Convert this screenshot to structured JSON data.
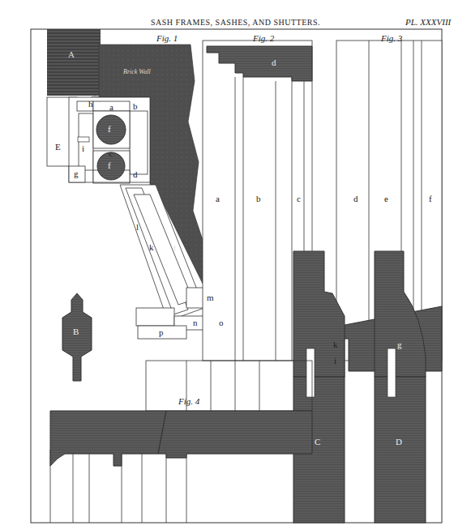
{
  "diagram": {
    "title": "SASH FRAMES, SASHES, AND SHUTTERS.",
    "labels": [
      "PL. XXXVIII",
      "Fig. 1",
      "Fig. 2",
      "Fig. 3",
      "A",
      "Brick Wall",
      "h",
      "a",
      "b",
      "E",
      "f",
      "i",
      "c",
      "f",
      "g",
      "d",
      "k",
      "l",
      "t",
      "m",
      "n",
      "o",
      "p",
      "d",
      "a",
      "b",
      "c",
      "d",
      "e",
      "f",
      "k",
      "i",
      "g",
      "B",
      "C",
      "D",
      "Fig. 4"
    ]
  }
}
